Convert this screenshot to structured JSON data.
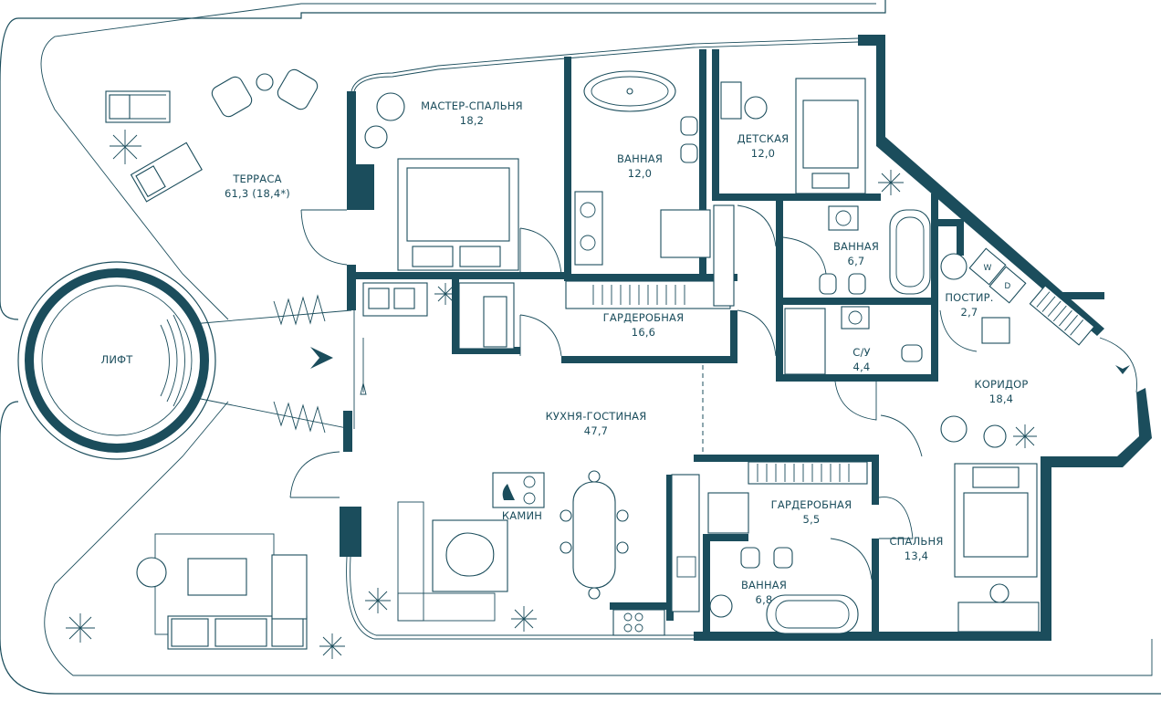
{
  "rooms": {
    "terrace": {
      "name": "ТЕРРАСА",
      "area": "61,3 (18,4*)"
    },
    "elevator": {
      "name": "ЛИФТ"
    },
    "master_bedroom": {
      "name": "МАСТЕР-СПАЛЬНЯ",
      "area": "18,2"
    },
    "master_bath": {
      "name": "ВАННАЯ",
      "area": "12,0"
    },
    "kids_room": {
      "name": "ДЕТСКАЯ",
      "area": "12,0"
    },
    "bath_kids": {
      "name": "ВАННАЯ",
      "area": "6,7"
    },
    "wardrobe_main": {
      "name": "ГАРДЕРОБНАЯ",
      "area": "16,6"
    },
    "laundry": {
      "name": "ПОСТИР.",
      "area": "2,7"
    },
    "wc": {
      "name": "С/У",
      "area": "4,4"
    },
    "corridor": {
      "name": "КОРИДОР",
      "area": "18,4"
    },
    "kitchen_living": {
      "name": "КУХНЯ-ГОСТИНАЯ",
      "area": "47,7"
    },
    "fireplace": {
      "name": "КАМИН"
    },
    "wardrobe_small": {
      "name": "ГАРДЕРОБНАЯ",
      "area": "5,5"
    },
    "bath_bottom": {
      "name": "ВАННАЯ",
      "area": "6,8"
    },
    "bedroom": {
      "name": "СПАЛЬНЯ",
      "area": "13,4"
    }
  },
  "appliances": {
    "washer": "W",
    "dryer": "D"
  },
  "colors": {
    "wall": "#1b4d5c",
    "background": "#ffffff"
  }
}
